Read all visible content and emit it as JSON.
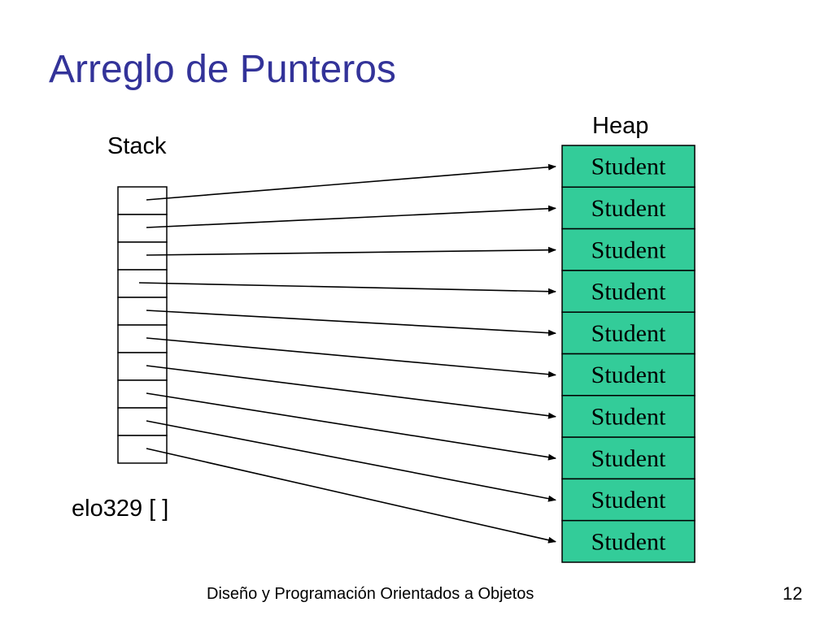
{
  "title": "Arreglo de Punteros",
  "stack_label": "Stack",
  "heap_label": "Heap",
  "array_label": "elo329 [ ]",
  "stack_cell_count": 10,
  "heap_objects": [
    "Student",
    "Student",
    "Student",
    "Student",
    "Student",
    "Student",
    "Student",
    "Student",
    "Student",
    "Student"
  ],
  "heap_color": "#33cc99",
  "footer_text": "Diseño y Programación Orientados a Objetos",
  "page_number": "12"
}
